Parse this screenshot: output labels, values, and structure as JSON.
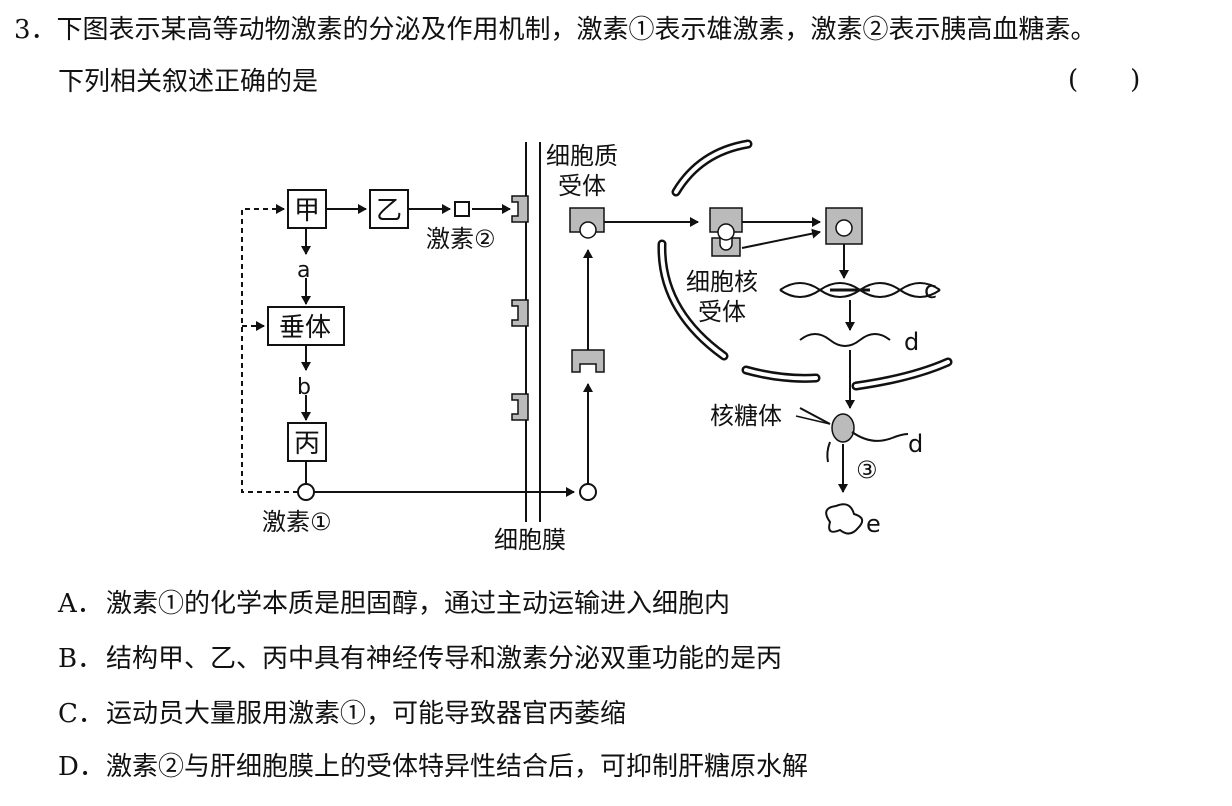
{
  "question": {
    "title": "3．下图表示某高等动物激素的分泌及作用机制，激素①表示雄激素，激素②表示胰高血糖素。",
    "subtitle": "下列相关叙述正确的是",
    "answer_paren": "(　　)"
  },
  "diagram": {
    "jia": "甲",
    "yi": "乙",
    "chuiti": "垂体",
    "bing": "丙",
    "label_a": "a",
    "label_b": "b",
    "label_c": "c",
    "label_d1": "d",
    "label_d2": "d",
    "label_e": "e",
    "label_3": "③",
    "hormone1": "激素①",
    "hormone2": "激素②",
    "cell_membrane": "细胞膜",
    "cyto_receptor_1": "细胞质",
    "cyto_receptor_2": "受体",
    "nuclear_receptor_1": "细胞核",
    "nuclear_receptor_2": "受体",
    "ribosome": "核糖体"
  },
  "options": [
    {
      "label": "A．",
      "text": "激素①的化学本质是胆固醇，通过主动运输进入细胞内"
    },
    {
      "label": "B．",
      "text": "结构甲、乙、丙中具有神经传导和激素分泌双重功能的是丙"
    },
    {
      "label": "C．",
      "text": "运动员大量服用激素①，可能导致器官丙萎缩"
    },
    {
      "label": "D．",
      "text": "激素②与肝细胞膜上的受体特异性结合后，可抑制肝糖原水解"
    }
  ]
}
